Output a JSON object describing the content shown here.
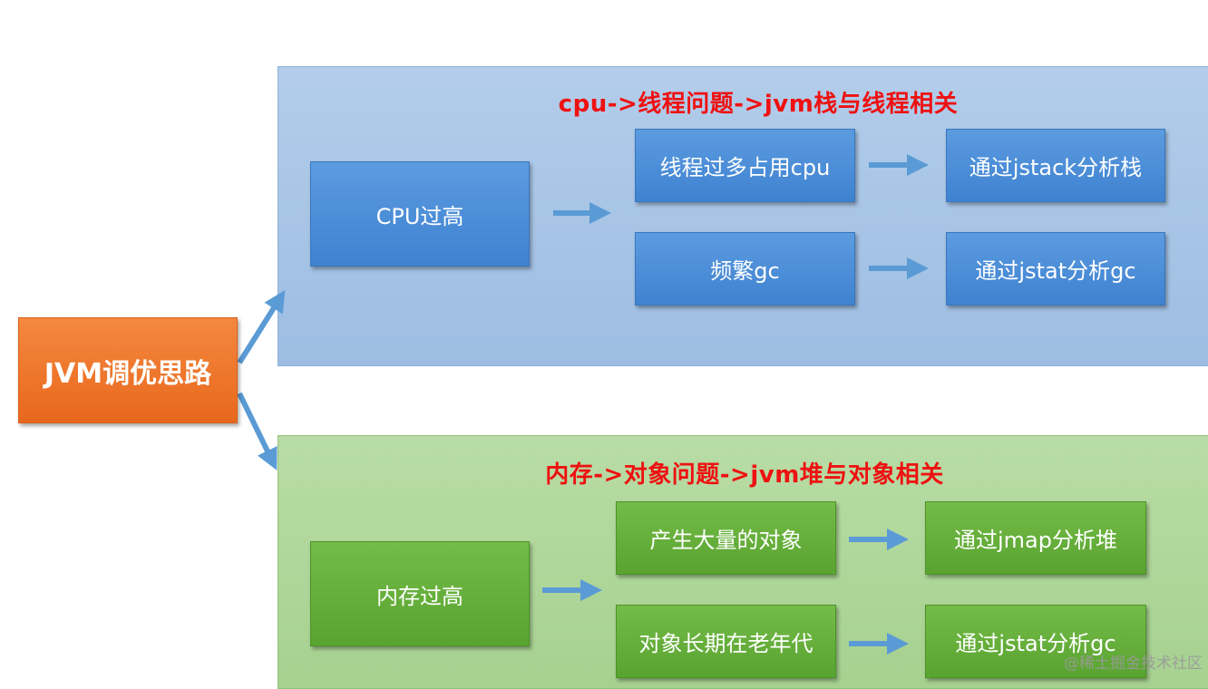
{
  "root": {
    "label": "JVM调优思路"
  },
  "cpu_section": {
    "title": "cpu->线程问题->jvm栈与线程相关",
    "main": "CPU过高",
    "causes": [
      "线程过多占用cpu",
      "频繁gc"
    ],
    "actions": [
      "通过jstack分析栈",
      "通过jstat分析gc"
    ]
  },
  "memory_section": {
    "title": "内存->对象问题->jvm堆与对象相关",
    "main": "内存过高",
    "causes": [
      "产生大量的对象",
      "对象长期在老年代"
    ],
    "actions": [
      "通过jmap分析堆",
      "通过jstat分析gc"
    ]
  },
  "watermark": "@稀土掘金技术社区",
  "colors": {
    "title_red": "#ee1111",
    "box_blue": "#4a8ad6",
    "box_green": "#63ad3a",
    "box_orange": "#ee7428",
    "arrow_blue": "#5b9bd5"
  }
}
